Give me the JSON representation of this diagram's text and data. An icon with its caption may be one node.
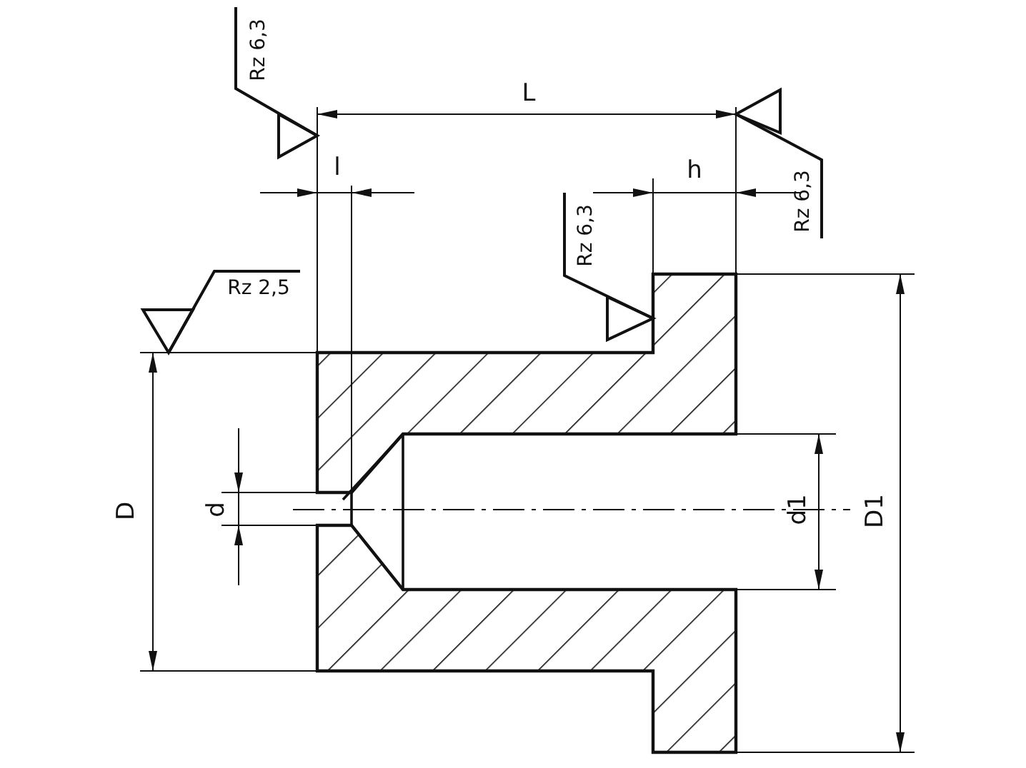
{
  "diagram": {
    "labels": [
      "Rz 6,3",
      "L",
      "Rz 6,3",
      "l",
      "h",
      "Rz 6,3",
      "Rz 2,5",
      "D",
      "d",
      "d1",
      "D1"
    ]
  }
}
